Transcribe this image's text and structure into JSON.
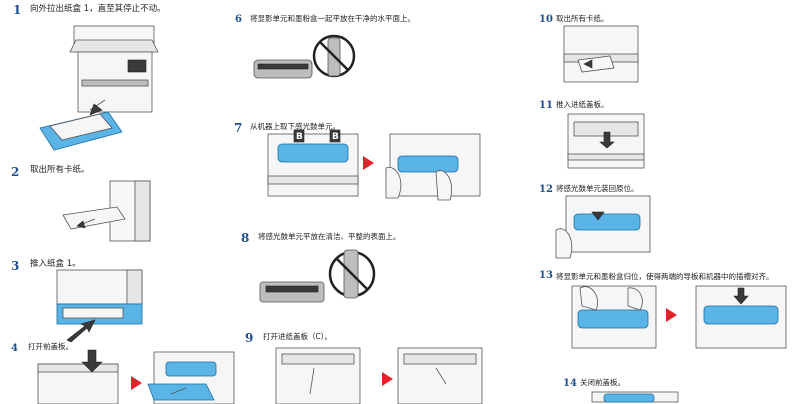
{
  "steps": [
    {
      "num": "1",
      "text": "向外拉出纸盒 1，直至其停止不动。"
    },
    {
      "num": "2",
      "text": "取出所有卡纸。"
    },
    {
      "num": "3",
      "text": "推入纸盒 1。"
    },
    {
      "num": "4",
      "text": "打开前盖板。"
    },
    {
      "num": "6",
      "text": "将显影单元和墨粉盒一起平放在干净的水平面上。"
    },
    {
      "num": "7",
      "text": "从机器上取下感光鼓单元。"
    },
    {
      "num": "8",
      "text": "将感光鼓单元平放在清洁、平整的表面上。"
    },
    {
      "num": "9",
      "text": "打开进纸盖板（C）。"
    },
    {
      "num": "10",
      "text": "取出所有卡纸。"
    },
    {
      "num": "11",
      "text": "推入进纸盖板。"
    },
    {
      "num": "12",
      "text": "将感光鼓单元装回原位。"
    },
    {
      "num": "13",
      "text": "将显影单元和墨粉盒归位，使得两端的导板和机器中的插槽对齐。"
    },
    {
      "num": "14",
      "text": "关闭前盖板。"
    }
  ],
  "labels": {
    "b_left": "B",
    "b_right": "B"
  },
  "icons": {
    "arrow": "red-triangle-arrow",
    "prohibit": "prohibited-circle-icon"
  },
  "colors": {
    "step_number": "#1f4e8c",
    "part_highlight": "#5ab4e6",
    "arrow": "#e8202a"
  }
}
